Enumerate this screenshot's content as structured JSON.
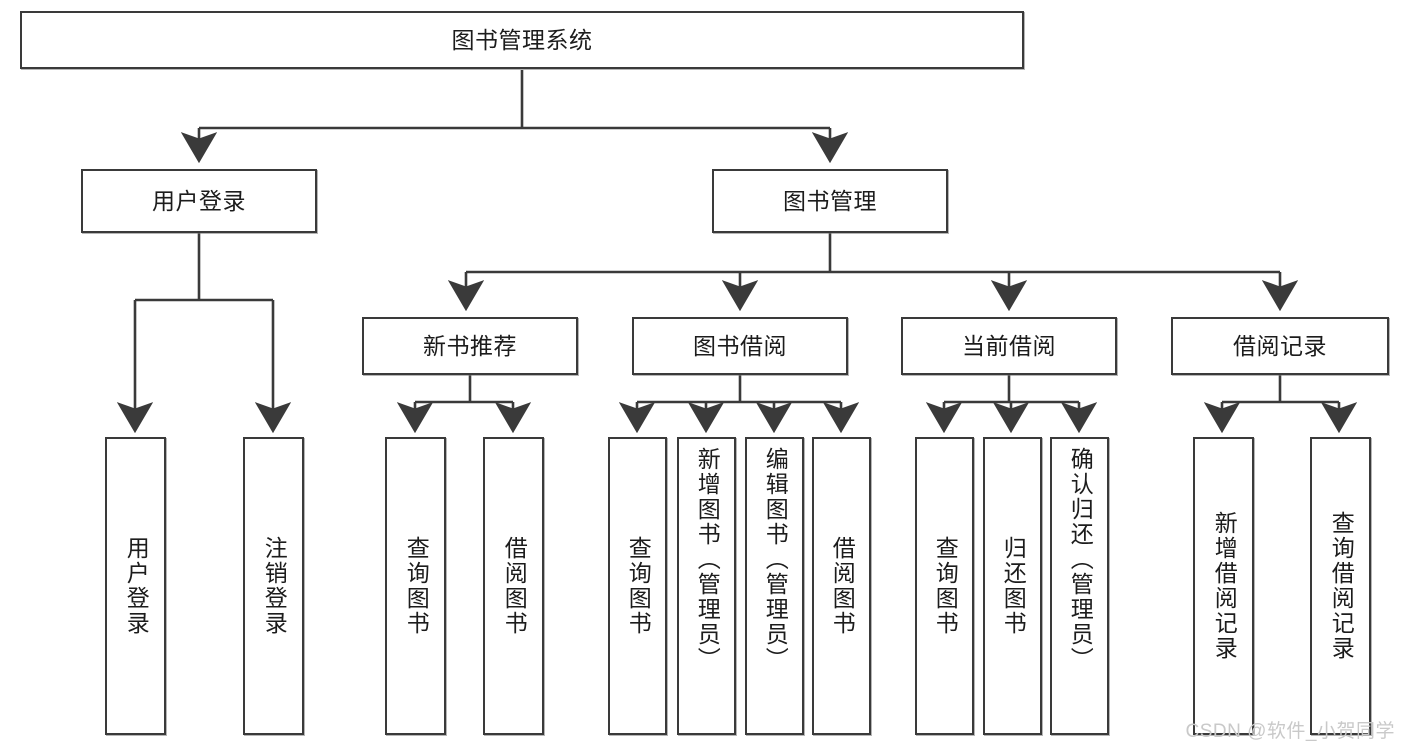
{
  "diagram": {
    "type": "tree-hierarchy",
    "title": "图书管理系统",
    "root": {
      "id": "root",
      "label": "图书管理系统"
    },
    "level2": [
      {
        "id": "user-login",
        "label": "用户登录"
      },
      {
        "id": "book-manage",
        "label": "图书管理"
      }
    ],
    "level3": [
      {
        "id": "new-book-recommend",
        "label": "新书推荐",
        "parent": "book-manage"
      },
      {
        "id": "book-borrow",
        "label": "图书借阅",
        "parent": "book-manage"
      },
      {
        "id": "current-borrow",
        "label": "当前借阅",
        "parent": "book-manage"
      },
      {
        "id": "borrow-record",
        "label": "借阅记录",
        "parent": "book-manage"
      }
    ],
    "leaves": {
      "user-login": [
        {
          "id": "leaf-user-login",
          "label": "用户登录"
        },
        {
          "id": "leaf-user-logout",
          "label": "注销登录"
        }
      ],
      "new-book-recommend": [
        {
          "id": "leaf-query-book-1",
          "label": "查询图书"
        },
        {
          "id": "leaf-borrow-book-1",
          "label": "借阅图书"
        }
      ],
      "book-borrow": [
        {
          "id": "leaf-query-book-2",
          "label": "查询图书"
        },
        {
          "id": "leaf-add-book",
          "label": "新增图书（管理员）"
        },
        {
          "id": "leaf-edit-book",
          "label": "编辑图书（管理员）"
        },
        {
          "id": "leaf-borrow-book-2",
          "label": "借阅图书"
        }
      ],
      "current-borrow": [
        {
          "id": "leaf-query-book-3",
          "label": "查询图书"
        },
        {
          "id": "leaf-return-book",
          "label": "归还图书"
        },
        {
          "id": "leaf-confirm-return",
          "label": "确认归还（管理员）"
        }
      ],
      "borrow-record": [
        {
          "id": "leaf-add-record",
          "label": "新增借阅记录"
        },
        {
          "id": "leaf-query-record",
          "label": "查询借阅记录"
        }
      ]
    }
  },
  "watermark": {
    "text": "CSDN @软件_小贺同学"
  },
  "colors": {
    "stroke": "#3a3a3a",
    "text": "#1c1c1c",
    "background": "#ffffff",
    "watermark": "#c9c9c9"
  }
}
